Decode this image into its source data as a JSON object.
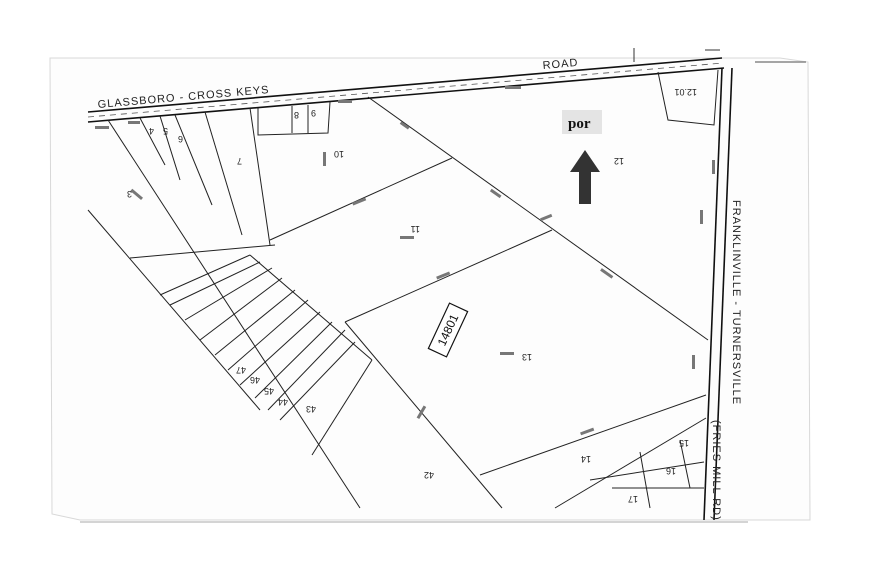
{
  "map": {
    "roads": {
      "top_left": "GLASSBORO  -  CROSS  KEYS",
      "top_right": "ROAD",
      "right_main": "FRANKLINVILLE  -  TURNERSVILLE",
      "right_alt": "(FRIES  MILL  RD)"
    },
    "block_number": "14801",
    "annotation": "por",
    "lots": {
      "l3": "3",
      "l4": "4",
      "l5": "5",
      "l6": "6",
      "l7": "7",
      "l8": "8",
      "l9": "9",
      "l10": "10",
      "l11": "11",
      "l12": "12",
      "l12_01": "12.01",
      "l13": "13",
      "l14": "14",
      "l15": "15",
      "l16": "16",
      "l17": "17",
      "l42": "42",
      "l43": "43",
      "l44": "44",
      "l45": "45",
      "l46": "46",
      "l47": "47"
    },
    "colors": {
      "ink": "#222222",
      "arrow": "#333333"
    }
  }
}
